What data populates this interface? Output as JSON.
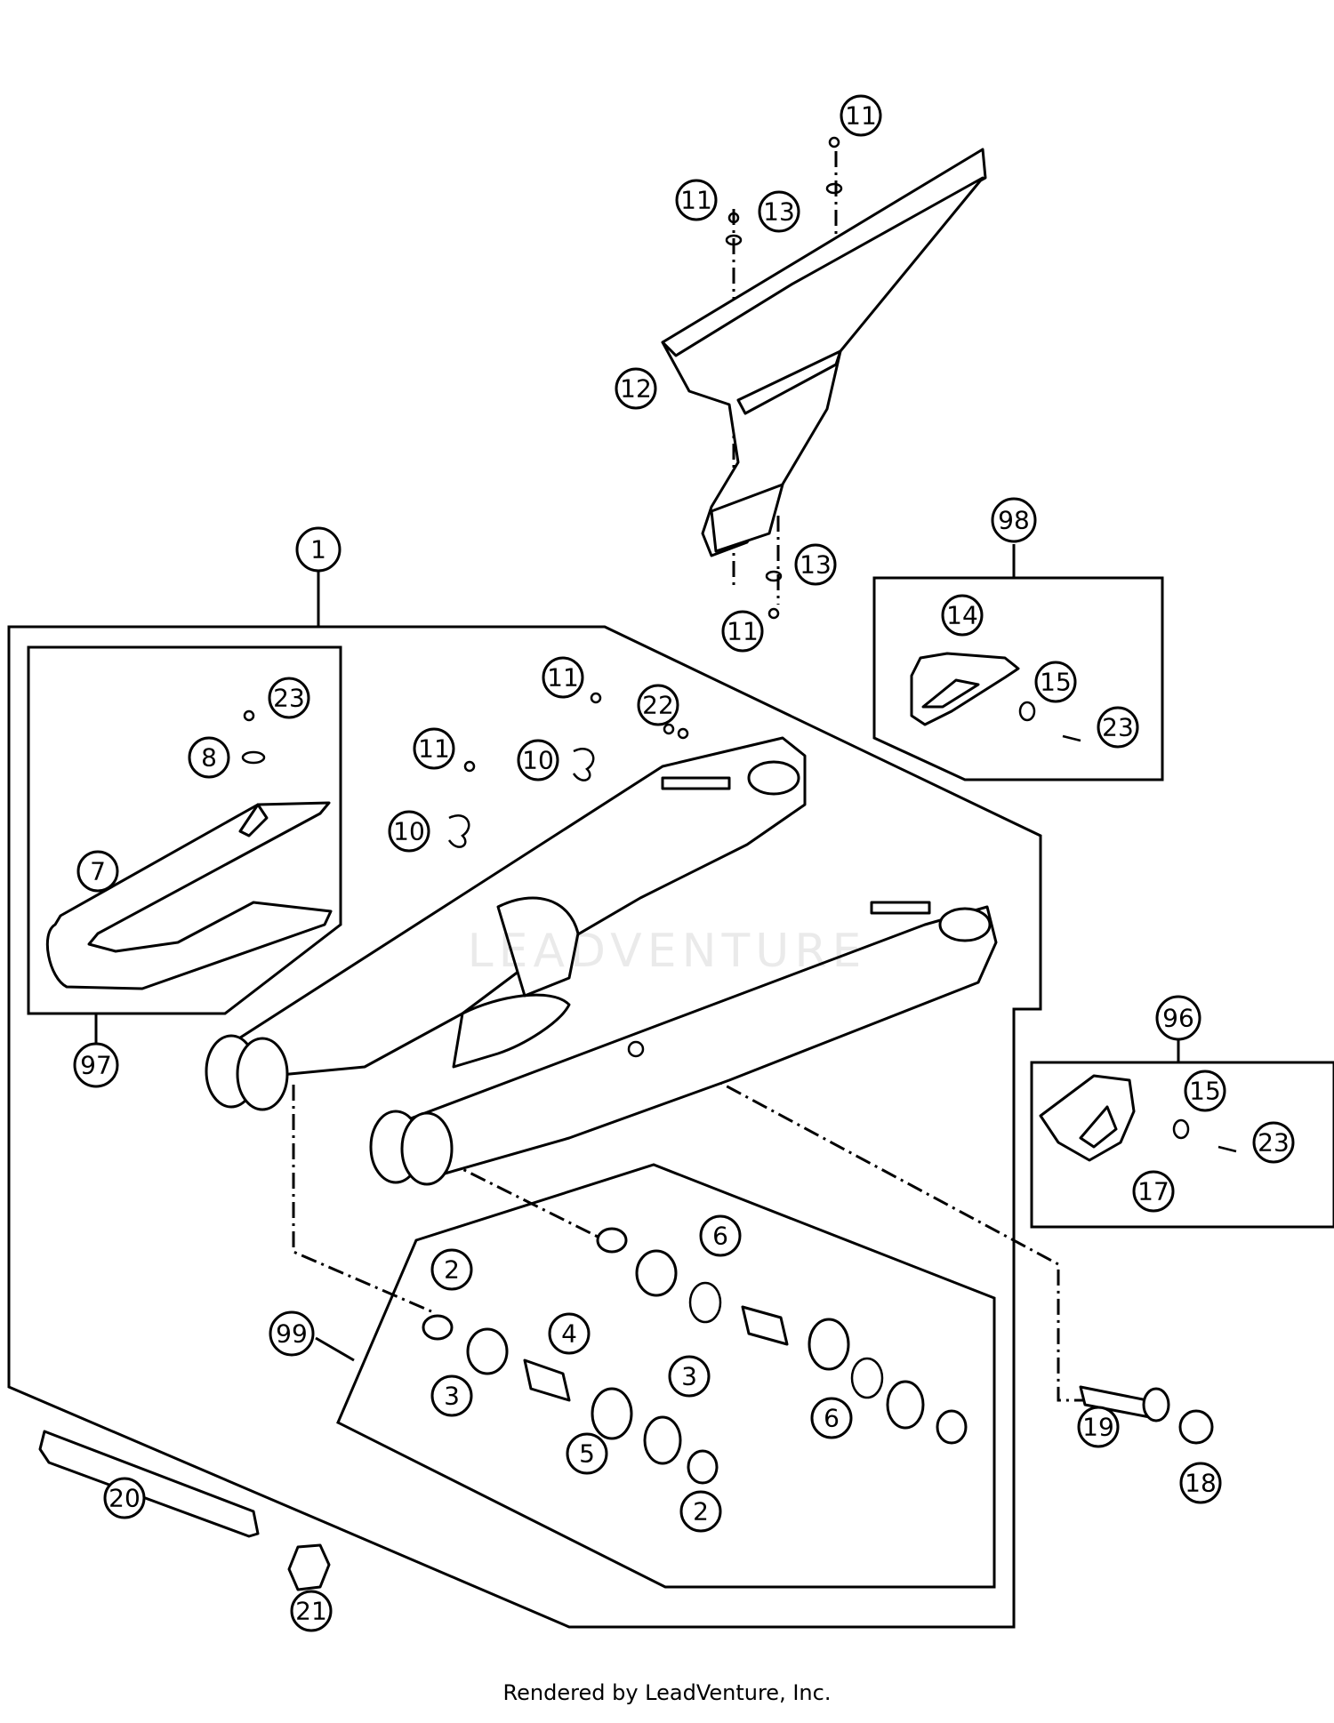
{
  "diagram": {
    "callouts": [
      {
        "id": "1",
        "label": "1"
      },
      {
        "id": "2a",
        "label": "2"
      },
      {
        "id": "2b",
        "label": "2"
      },
      {
        "id": "3a",
        "label": "3"
      },
      {
        "id": "3b",
        "label": "3"
      },
      {
        "id": "4",
        "label": "4"
      },
      {
        "id": "5",
        "label": "5"
      },
      {
        "id": "6a",
        "label": "6"
      },
      {
        "id": "6b",
        "label": "6"
      },
      {
        "id": "7",
        "label": "7"
      },
      {
        "id": "8",
        "label": "8"
      },
      {
        "id": "10a",
        "label": "10"
      },
      {
        "id": "10b",
        "label": "10"
      },
      {
        "id": "11a",
        "label": "11"
      },
      {
        "id": "11b",
        "label": "11"
      },
      {
        "id": "11c",
        "label": "11"
      },
      {
        "id": "11d",
        "label": "11"
      },
      {
        "id": "11e",
        "label": "11"
      },
      {
        "id": "12",
        "label": "12"
      },
      {
        "id": "13a",
        "label": "13"
      },
      {
        "id": "13b",
        "label": "13"
      },
      {
        "id": "14",
        "label": "14"
      },
      {
        "id": "15a",
        "label": "15"
      },
      {
        "id": "15b",
        "label": "15"
      },
      {
        "id": "17",
        "label": "17"
      },
      {
        "id": "18",
        "label": "18"
      },
      {
        "id": "19",
        "label": "19"
      },
      {
        "id": "20",
        "label": "20"
      },
      {
        "id": "21",
        "label": "21"
      },
      {
        "id": "22",
        "label": "22"
      },
      {
        "id": "23a",
        "label": "23"
      },
      {
        "id": "23b",
        "label": "23"
      },
      {
        "id": "23c",
        "label": "23"
      },
      {
        "id": "96",
        "label": "96"
      },
      {
        "id": "97",
        "label": "97"
      },
      {
        "id": "98",
        "label": "98"
      },
      {
        "id": "99",
        "label": "99"
      }
    ]
  },
  "watermark": "LEADVENTURE",
  "footer": "Rendered by LeadVenture, Inc."
}
